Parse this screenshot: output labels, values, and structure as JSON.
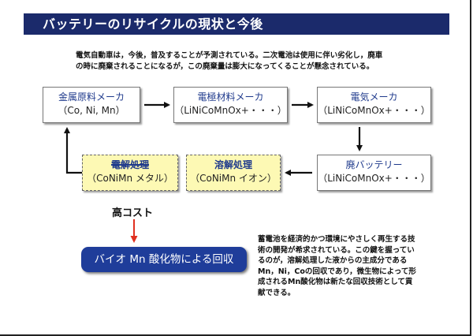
{
  "title": "バッテリーのリサイクルの現状と今後",
  "intro": {
    "line1": "電気自動車は，今後，普及することが予測されている。二次電池は使用に伴い劣化し，廃車",
    "line2": "の時に廃棄されることになるが，この廃棄量は膨大になってくることが懸念されている。"
  },
  "boxes": {
    "material_maker": {
      "line1": "金属原料メーカ",
      "line2": "（Co, Ni, Mn）"
    },
    "electrode_maker": {
      "line1": "電極材料メーカ",
      "line2": "（LiNiCoMnOx+・・・）"
    },
    "electric_maker": {
      "line1": "電気メーカ",
      "line2": "（LiNiCoMnOx+・・・）"
    },
    "waste_battery": {
      "line1": "廃バッテリー",
      "line2": "（LiNiCoMnOx+・・・）"
    },
    "dissolution": {
      "line1": "溶解処理",
      "line2": "（CoNiMn イオン）"
    },
    "electrolysis": {
      "line1": "電解処理",
      "line2": "（CoNiMn メタル）"
    }
  },
  "cost_note": "高コスト",
  "bio_box": "バイオ Mn 酸化物による回収",
  "description": {
    "line1": "蓄電池を経済的かつ環境にやさしく再生する技",
    "line2": "術の開発が希求されている。この鍵を握ってい",
    "line3": "るのが，溶解処理した液からの主成分である",
    "line4": "Mn，Ni，Coの回収であり，微生物によって形",
    "line5": "成されるMn酸化物は新たな回収技術として貢",
    "line6": "献できる。"
  },
  "colors": {
    "title_bg": "#1b2a6b",
    "box_text": "#1f3a8c",
    "highlight_bg": "#fdf9b4",
    "bio_bg": "#1f3d9a",
    "red_arrow": "#e03020"
  }
}
